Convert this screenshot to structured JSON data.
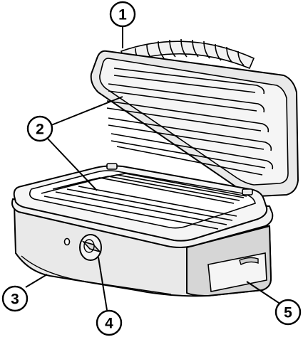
{
  "callouts": [
    {
      "label": "1"
    },
    {
      "label": "2"
    },
    {
      "label": "3"
    },
    {
      "label": "4"
    },
    {
      "label": "5"
    }
  ],
  "colors": {
    "stroke": "#000000",
    "body_fill": "#e9e9e9",
    "body_shade": "#cfcfcf",
    "plate_fill": "#f5f5f5",
    "background": "#ffffff"
  }
}
